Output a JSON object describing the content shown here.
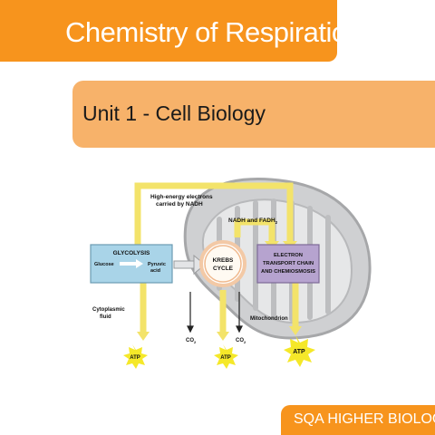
{
  "header": {
    "title": "Chemistry of Respiration"
  },
  "subheader": {
    "title": "Unit 1 - Cell Biology"
  },
  "footer": {
    "label": "SQA HIGHER BIOLOGY"
  },
  "diagram": {
    "high_energy_label_1": "High-energy electrons",
    "high_energy_label_2": "carried by NADH",
    "nadh_fadh_label": "NADH and FADH",
    "nadh_fadh_sub": "2",
    "glycolysis": {
      "title": "GLYCOLYSIS",
      "glucose": "Glucose",
      "pyruvic_1": "Pyruvic",
      "pyruvic_2": "acid"
    },
    "krebs": {
      "line1": "KREBS",
      "line2": "CYCLE"
    },
    "etc": {
      "line1": "ELECTRON",
      "line2": "TRANSPORT CHAIN",
      "line3": "AND CHEMIOSMOSIS"
    },
    "cytoplasmic_1": "Cytoplasmic",
    "cytoplasmic_2": "fluid",
    "mitochondrion": "Mitochondrion",
    "co2": "CO",
    "co2_sub": "2",
    "atp": "ATP",
    "colors": {
      "accent": "#f7941d",
      "accent_light": "#f7b26a",
      "arrow": "#f3e36a",
      "glycolysis_box": "#a9d4e8",
      "etc_box": "#b6a3cf",
      "atp_burst": "#f5e829"
    }
  }
}
